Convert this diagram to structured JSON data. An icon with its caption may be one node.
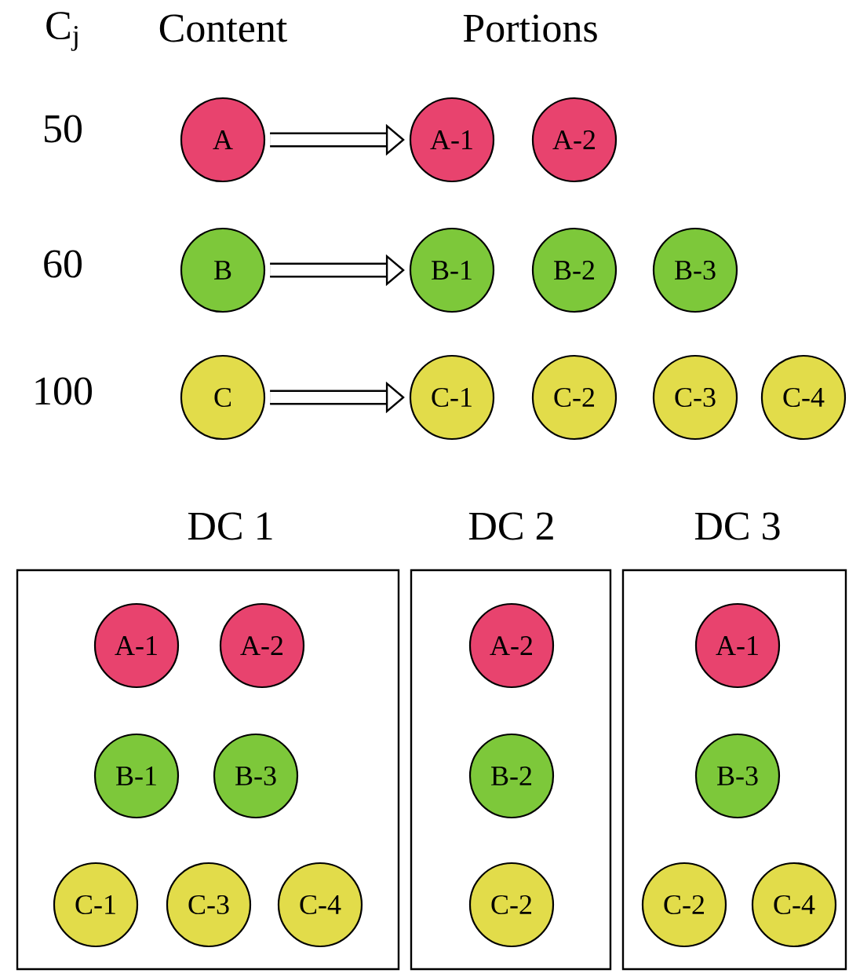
{
  "diagram": {
    "nodes": [
      {
        "text": [
          "A"
        ]
      },
      {
        "text": [
          "A-1"
        ]
      },
      {
        "text": [
          "A-2"
        ]
      },
      {
        "text": [
          "B"
        ]
      },
      {
        "text": [
          "B-1"
        ]
      },
      {
        "text": [
          "B-2"
        ]
      },
      {
        "text": [
          "B-3"
        ]
      },
      {
        "text": [
          "C"
        ]
      },
      {
        "text": [
          "C-1"
        ]
      },
      {
        "text": [
          "C-2"
        ]
      },
      {
        "text": [
          "C-3"
        ]
      },
      {
        "text": [
          "C-4"
        ]
      },
      {
        "text": [
          "DC 1"
        ]
      },
      {
        "text": [
          "A-1"
        ],
        "in": 12
      },
      {
        "text": [
          "A-2"
        ],
        "in": 12
      },
      {
        "text": [
          "B-1"
        ],
        "in": 12
      },
      {
        "text": [
          "B-3"
        ],
        "in": 12
      },
      {
        "text": [
          "C-1"
        ],
        "in": 12
      },
      {
        "text": [
          "C-3"
        ],
        "in": 12
      },
      {
        "text": [
          "C-4"
        ],
        "in": 12
      },
      {
        "text": [
          "DC 2"
        ]
      },
      {
        "text": [
          "A-2"
        ],
        "in": 20
      },
      {
        "text": [
          "B-2"
        ],
        "in": 20
      },
      {
        "text": [
          "C-2"
        ],
        "in": 20
      },
      {
        "text": [
          "DC 3"
        ]
      },
      {
        "text": [
          "A-1"
        ],
        "in": 24
      },
      {
        "text": [
          "B-3"
        ],
        "in": 24
      },
      {
        "text": [
          "C-2"
        ],
        "in": 24
      },
      {
        "text": [
          "C-4"
        ],
        "in": 24
      }
    ],
    "edges": [
      {
        "from": 0,
        "to": 1,
        "arrow": "to"
      },
      {
        "from": 3,
        "to": 4,
        "arrow": "to"
      },
      {
        "from": 7,
        "to": 8,
        "arrow": "to"
      }
    ],
    "labels": [
      "C$_{j}$",
      "Content",
      "Portions",
      "50",
      "60",
      "100"
    ]
  }
}
